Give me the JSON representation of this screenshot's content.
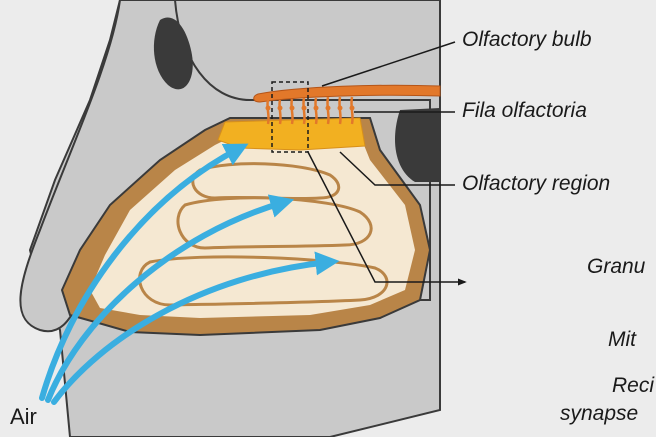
{
  "labels": {
    "olfactory_bulb": "Olfactory bulb",
    "fila_olfactoria": "Fila olfactoria",
    "olfactory_region": "Olfactory region",
    "granule": "Granu",
    "mitral": "Mit",
    "recip_synapse_line1": "Reci",
    "recip_synapse_line2": "synapse",
    "air": "Air"
  },
  "colors": {
    "background": "#ececec",
    "bone": "#c9c9c9",
    "bone_outline": "#3a3a3a",
    "tissue": "#f5e8d2",
    "tissue_dark": "#b98548",
    "olfactory_region": "#f2b021",
    "olfactory_bulb": "#e2782a",
    "air_arrow": "#3aaee0"
  }
}
